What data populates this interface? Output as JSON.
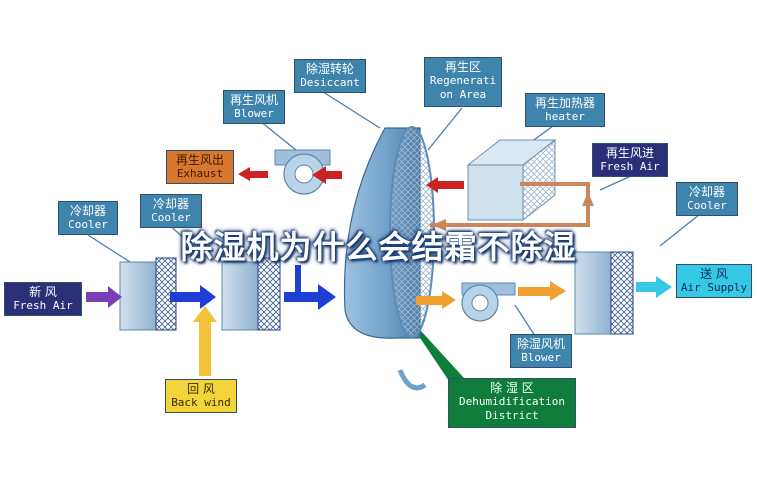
{
  "overlay_title": "除湿机为什么会结霜不除湿",
  "colors": {
    "blue_label": "#3f84ad",
    "navy_label": "#2b2f78",
    "orange_label": "#d9772e",
    "purple_label": "#6a3aa8",
    "cyan_label": "#36c9e6",
    "yellow_label": "#f2d53a",
    "green_label": "#0f7d3a",
    "wheel": "#6fa2c9",
    "cooler_coil": "#2a3f8f",
    "heater_coil": "#7fa4c8"
  },
  "labels": {
    "desiccant": {
      "zh": "除湿转轮",
      "en": "Desiccant"
    },
    "regeneration": {
      "zh": "再生区",
      "en1": "Regenerati",
      "en2": "on Area"
    },
    "blower_top": {
      "zh": "再生风机",
      "en": "Blower"
    },
    "heater": {
      "zh": "再生加热器",
      "en": "heater"
    },
    "exhaust": {
      "zh": "再生风出",
      "en": "Exhaust"
    },
    "fresh_air_in": {
      "zh": "再生风进",
      "en": "Fresh Air"
    },
    "cooler_left": {
      "zh": "冷却器",
      "en": "Cooler"
    },
    "cooler_mid": {
      "zh": "冷却器",
      "en": "Cooler"
    },
    "cooler_right": {
      "zh": "冷却器",
      "en": "Cooler"
    },
    "fresh_air": {
      "zh": "新 风",
      "en": "Fresh Air"
    },
    "air_supply": {
      "zh": "送 风",
      "en": "Air Supply"
    },
    "blower_bottom": {
      "zh": "除湿风机",
      "en": "Blower"
    },
    "back_wind": {
      "zh": "回 风",
      "en": "Back wind"
    },
    "dehumid": {
      "zh": "除 湿 区",
      "en1": "Dehumidification",
      "en2": "District"
    }
  }
}
